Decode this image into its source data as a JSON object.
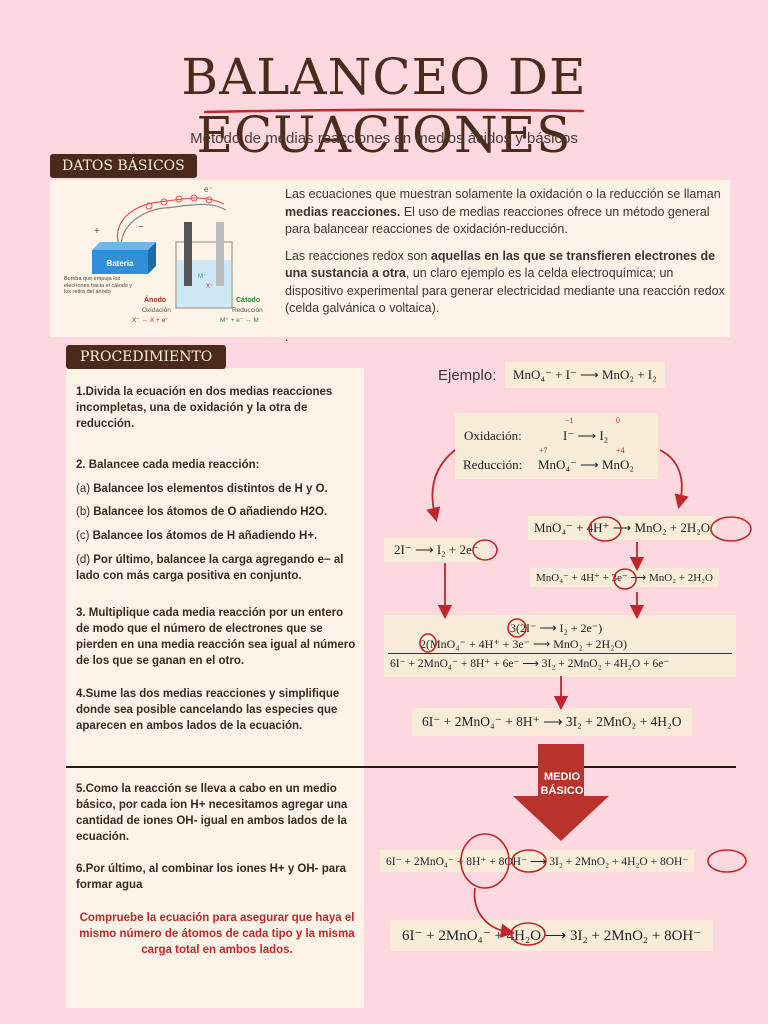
{
  "title": "BALANCEO DE ECUACIONES",
  "subtitle": "Método de medias reacciones en medios ácidos y básicos",
  "datos": {
    "tag": "DATOS BÁSICOS",
    "p1_a": "Las ecuaciones que muestran solamente la oxidación o la reducción se llaman ",
    "p1_bold": "medias reacciones.",
    "p1_b": " El uso de medias reacciones ofrece un método general para balancear reacciones de oxidación-reducción.",
    "p2_a": "Las reacciones redox son ",
    "p2_bold": "aquellas en las que se transfieren electrones de una sustancia a otra",
    "p2_b": ", un claro ejemplo es la celda electroquímica; un dispositivo experimental para generar electricidad mediante una reacción redox (celda galvánica o voltaica).",
    "dot": ".",
    "diagram": {
      "battery": "Batería",
      "pump_note": "Bomba que empuja los electrones hacia el cátodo y los retira del ánodo",
      "anode": "Ánodo",
      "anode_sub": "Oxidación",
      "anode_eq": "X⁻ → X + e⁻",
      "cathode": "Cátodo",
      "cathode_sub": "Reducción",
      "cathode_eq": "M⁺ + e⁻ → M",
      "electron": "e⁻",
      "plus": "+",
      "minus": "−",
      "ion_m": "M⁺",
      "ion_x": "X⁻"
    }
  },
  "procedimiento": {
    "tag": "PROCEDIMIENTO",
    "s1": "1.Divida la ecuación en dos medias reacciones incompletas, una de oxidación y la otra de reducción.",
    "s2": "2. Balancee cada media reacción:",
    "s2a_pre": "(a) ",
    "s2a": "Balancee los elementos distintos de H y O.",
    "s2b_pre": "(b) ",
    "s2b": "Balancee los átomos de O añadiendo H2O. ",
    "s2c_pre": "(c) ",
    "s2c": "Balancee los átomos de H añadiendo H+.",
    "s2d_pre": "(d) ",
    "s2d": "Por último, balancee la carga agregando e− al lado con más carga positiva en conjunto.",
    "s3": "3. Multiplique cada media reacción por un entero de modo que el número de electrones que se pierden en una media reacción sea igual al número de los que se ganan en el otro.",
    "s4": "4.Sume las dos medias reacciones y simplifique donde sea posible cancelando las especies que aparecen en ambos lados de la ecuación.",
    "s5": "5.Como la reacción se lleva a cabo en un medio básico, por cada ion H+ necesitamos agregar una cantidad de iones OH- igual en ambos lados de la ecuación.",
    "s6": "6.Por último, al combinar los iones H+ y OH- para formar agua",
    "note": "Compruebe la ecuación para asegurar que haya el mismo número de átomos de cada tipo y la misma carga total en ambos lados."
  },
  "ejemplo": {
    "label": "Ejemplo:",
    "equation": "MnO₄⁻ + I⁻ ⟶ MnO₂ + I₂",
    "ox_label": "Oxidación:",
    "ox_eq": "I⁻ ⟶ I₂",
    "ox_num_left": "−1",
    "ox_num_right": "0",
    "red_label": "Reducción:",
    "red_eq": "MnO₄⁻ ⟶ MnO₂",
    "red_num_left": "+7",
    "red_num_right": "+4",
    "half_ox": "2I⁻ ⟶ I₂ + 2e⁻",
    "half_red_1": "MnO₄⁻ + 4H⁺ ⟶ MnO₂ + 2H₂O",
    "half_red_2": "MnO₄⁻ + 4H⁺ + 3e⁻ ⟶ MnO₂ + 2H₂O",
    "sum_1": "3(2I⁻ ⟶ I₂ + 2e⁻)",
    "sum_2": "2(MnO₄⁻ + 4H⁺ + 3e⁻ ⟶ MnO₂ + 2H₂O)",
    "sum_3": "6I⁻ + 2MnO₄⁻ + 8H⁺ + 6e⁻ ⟶ 3I₂ + 2MnO₂ + 4H₂O + 6e⁻",
    "net_acid": "6I⁻ + 2MnO₄⁻ + 8H⁺ ⟶ 3I₂ + 2MnO₂ + 4H₂O",
    "medio_basico": "MEDIO BÁSICO",
    "basic_1": "6I⁻ + 2MnO₄⁻ + 8H⁺ + 8OH⁻ ⟶ 3I₂ + 2MnO₂ + 4H₂O + 8OH⁻",
    "basic_final": "6I⁻ + 2MnO₄⁻ + 4H₂O ⟶ 3I₂ + 2MnO₂ + 8OH⁻"
  },
  "colors": {
    "background": "#fdd8df",
    "card": "#fdf4e7",
    "tag": "#4a2a1c",
    "accent_red": "#c0262b",
    "eq_box": "#f6ecd8"
  }
}
